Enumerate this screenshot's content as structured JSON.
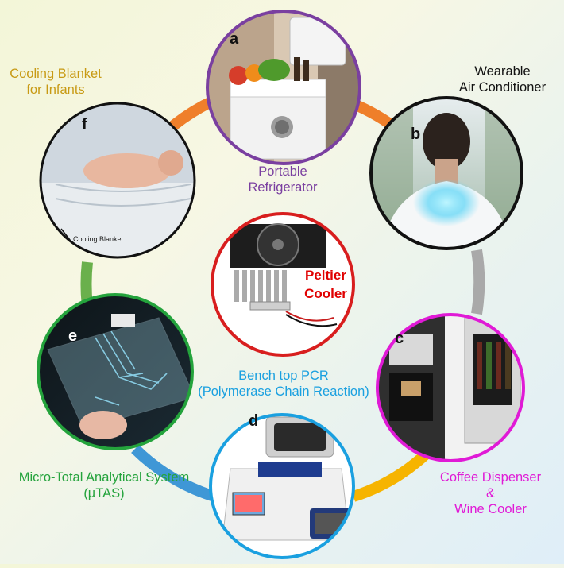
{
  "center": {
    "title_line1": "Peltier",
    "title_line2": "Cooler",
    "title_color": "#e00000",
    "ring_color": "#d81e1e"
  },
  "ring_colors": [
    "#ef7f2a",
    "#a9a9a9",
    "#f6b400",
    "#3f97d6",
    "#6ab04c"
  ],
  "applications": [
    {
      "letter": "a",
      "label_lines": [
        "Portable",
        "Refrigerator"
      ],
      "color": "#7a3fa0",
      "icon": "refrigerator-icon"
    },
    {
      "letter": "b",
      "label_lines": [
        "Wearable",
        "Air Conditioner"
      ],
      "color": "#111111",
      "icon": "neck-air-conditioner-icon"
    },
    {
      "letter": "c",
      "label_lines": [
        "Coffee Dispenser",
        "&",
        "Wine Cooler"
      ],
      "color": "#e01ad6",
      "icon": "coffee-wine-cooler-icon"
    },
    {
      "letter": "d",
      "label_lines": [
        "Bench top PCR",
        "(Polymerase Chain Reaction)"
      ],
      "color": "#1aa0e0",
      "icon": "pcr-machine-icon"
    },
    {
      "letter": "e",
      "label_lines": [
        "Micro-Total Analytical System",
        "(µTAS)"
      ],
      "color": "#24a33c",
      "icon": "microfluidic-chip-icon"
    },
    {
      "letter": "f",
      "label_lines": [
        "Cooling Blanket",
        "for Infants"
      ],
      "color": "#c89a14",
      "icon": "infant-blanket-icon",
      "inset_text": "Cooling Blanket"
    }
  ]
}
